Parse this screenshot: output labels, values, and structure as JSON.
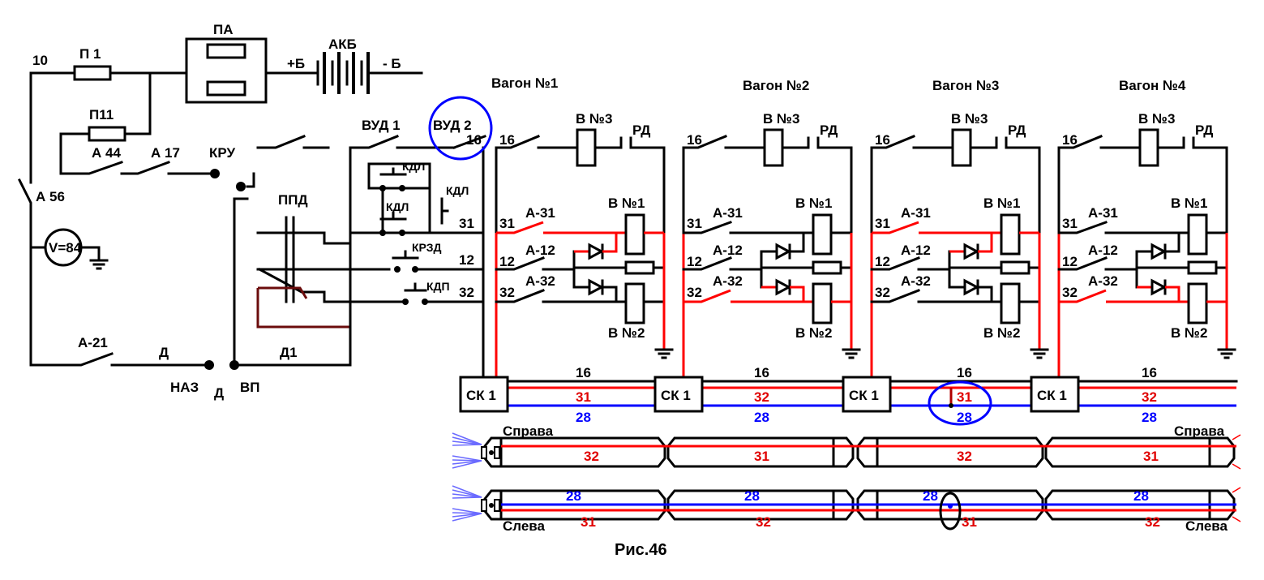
{
  "labels": {
    "wire_10": "10",
    "p1": "П 1",
    "pa": "ПА",
    "akb": "АКБ",
    "plus_b": "+Б",
    "minus_b": "- Б",
    "p11": "П11",
    "a44": "А 44",
    "a17": "А 17",
    "kru": "КРУ",
    "a56": "А 56",
    "voltmeter": "V=84",
    "ppd": "ППД",
    "vud1": "ВУД 1",
    "vud2": "ВУД 2",
    "wire16_main": "16",
    "kdl1": "КДЛ",
    "kdl2": "КДЛ",
    "kdl3": "КДЛ",
    "krzd": "КРЗД",
    "kdp": "КДП",
    "w31": "31",
    "w12": "12",
    "w32": "32",
    "a21": "А-21",
    "d": "Д",
    "d1": "Д1",
    "naz": "НАЗ",
    "d_bottom": "Д",
    "vp": "ВП",
    "figure": "Рис.46"
  },
  "wagons": [
    {
      "title": "Вагон №1",
      "w16": "16",
      "b3": "В №3",
      "rd": "РД",
      "w31": "31",
      "a31": "А-31",
      "b1": "В №1",
      "w12": "12",
      "a12": "А-12",
      "w32": "32",
      "a32": "А-32",
      "b2": "В №2",
      "sk": "СК 1",
      "bus16": "16",
      "busRed": "31",
      "busBlue": "28"
    },
    {
      "title": "Вагон №2",
      "w16": "16",
      "b3": "В №3",
      "rd": "РД",
      "w31": "31",
      "a31": "А-31",
      "b1": "В №1",
      "w12": "12",
      "a12": "А-12",
      "w32": "32",
      "a32": "А-32",
      "b2": "В №2",
      "sk": "СК 1",
      "bus16": "16",
      "busRed": "32",
      "busBlue": "28"
    },
    {
      "title": "Вагон №3",
      "w16": "16",
      "b3": "В №3",
      "rd": "РД",
      "w31": "31",
      "a31": "А-31",
      "b1": "В №1",
      "w12": "12",
      "a12": "А-12",
      "w32": "32",
      "a32": "А-32",
      "b2": "В №2",
      "sk": "СК 1",
      "bus16": "16",
      "busRed": "31",
      "busBlue": "28"
    },
    {
      "title": "Вагон №4",
      "w16": "16",
      "b3": "В №3",
      "rd": "РД",
      "w31": "31",
      "a31": "А-31",
      "b1": "В №1",
      "w12": "12",
      "a12": "А-12",
      "w32": "32",
      "a32": "А-32",
      "b2": "В №2",
      "sk": "СК 1",
      "bus16": "16",
      "busRed": "32",
      "busBlue": "28"
    }
  ],
  "train": {
    "right_side": "Справа",
    "left_side": "Слева",
    "top_red": [
      "32",
      "31",
      "32",
      "31"
    ],
    "bottom_blue": [
      "28",
      "28",
      "28",
      "28"
    ],
    "bottom_red": [
      "31",
      "32",
      "31",
      "32"
    ]
  },
  "colors": {
    "red_wire": "#ff0000",
    "blue_wire": "#0000ff",
    "highlight": "#0000ff"
  }
}
